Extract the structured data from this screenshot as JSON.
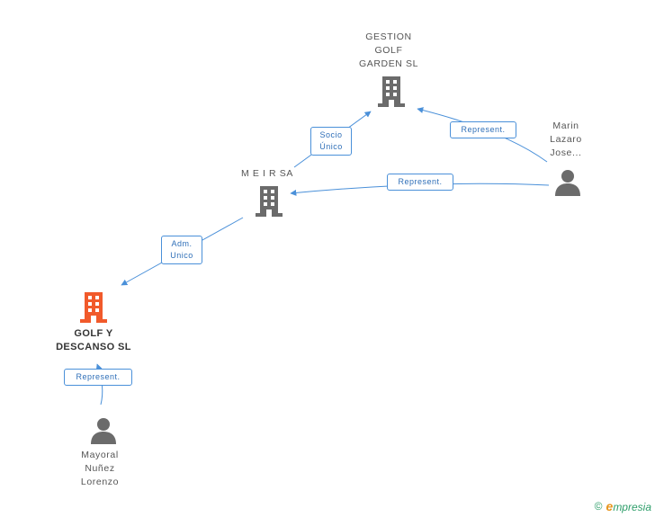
{
  "colors": {
    "edge": "#4a90d9",
    "company": "#6b6b6b",
    "company_focus": "#f15a2b",
    "person": "#6b6b6b",
    "brand": "#2e9e6a"
  },
  "nodes": {
    "gestion": {
      "lines": [
        "GESTION",
        "GOLF",
        "GARDEN SL"
      ],
      "icon": "building-icon"
    },
    "meir": {
      "lines": [
        "M E I R SA"
      ],
      "icon": "building-icon"
    },
    "golf": {
      "lines": [
        "GOLF Y",
        "DESCANSO SL"
      ],
      "icon": "building-icon"
    },
    "marin": {
      "lines": [
        "Marin",
        "Lazaro",
        "Jose..."
      ],
      "icon": "person-icon"
    },
    "mayoral": {
      "lines": [
        "Mayoral",
        "Nuñez",
        "Lorenzo"
      ],
      "icon": "person-icon"
    }
  },
  "edges": {
    "socio": {
      "lines": [
        "Socio",
        "Único"
      ]
    },
    "rep_marin_gestion": {
      "lines": [
        "Represent."
      ]
    },
    "rep_marin_meir": {
      "lines": [
        "Represent."
      ]
    },
    "adm": {
      "lines": [
        "Adm.",
        "Unico"
      ]
    },
    "rep_mayoral_golf": {
      "lines": [
        "Represent."
      ]
    }
  },
  "footer": {
    "copyright": "©",
    "brand_e": "e",
    "brand_rest": "mpresia"
  }
}
